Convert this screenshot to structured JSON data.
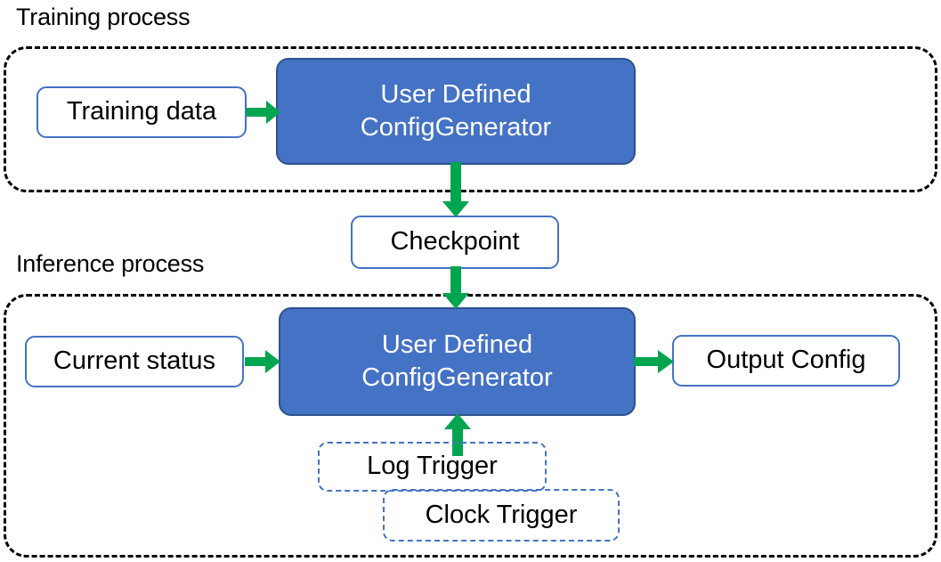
{
  "diagram": {
    "title_training": "Training process",
    "title_inference": "Inference process",
    "colors": {
      "process_fill": "#4472C4",
      "process_stroke": "#2F528F",
      "node_stroke": "#4472C4",
      "arrow": "#00A550",
      "container_stroke": "#000000",
      "canvas": "#FFFFFF"
    },
    "training": {
      "label": "Training process",
      "nodes": {
        "training_data": "Training data",
        "generator": "User Defined\nConfigGenerator",
        "generator_line1": "User Defined",
        "generator_line2": "ConfigGenerator"
      }
    },
    "shared": {
      "checkpoint": "Checkpoint"
    },
    "inference": {
      "label": "Inference process",
      "nodes": {
        "current_status": "Current status",
        "generator_line1": "User Defined",
        "generator_line2": "ConfigGenerator",
        "output_config": "Output Config",
        "log_trigger": "Log Trigger",
        "clock_trigger": "Clock Trigger"
      }
    },
    "edges": [
      {
        "name": "training-data-to-generator",
        "from": "Training data",
        "to": "User Defined ConfigGenerator",
        "direction": "right"
      },
      {
        "name": "generator-to-checkpoint",
        "from": "User Defined ConfigGenerator",
        "to": "Checkpoint",
        "direction": "down"
      },
      {
        "name": "checkpoint-to-generator",
        "from": "Checkpoint",
        "to": "User Defined ConfigGenerator",
        "direction": "down"
      },
      {
        "name": "current-status-to-generator",
        "from": "Current status",
        "to": "User Defined ConfigGenerator",
        "direction": "right"
      },
      {
        "name": "generator-to-output-config",
        "from": "User Defined ConfigGenerator",
        "to": "Output Config",
        "direction": "right"
      },
      {
        "name": "triggers-to-generator",
        "from": "Log Trigger / Clock Trigger",
        "to": "User Defined ConfigGenerator",
        "direction": "up"
      }
    ]
  }
}
